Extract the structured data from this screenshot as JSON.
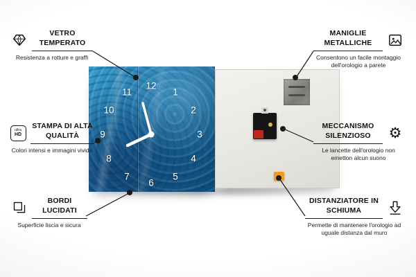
{
  "callouts": {
    "items": [
      {
        "id": "vetro-temperato",
        "title": "VETRO TEMPERATO",
        "desc": "Resistenza a rotture e graffi",
        "icon": "diamond-icon"
      },
      {
        "id": "stampa-alta-qualita",
        "title": "STAMPA DI ALTA QUALITÀ",
        "desc": "Colori intensi e immagini vivide",
        "icon": "ultra-hd-icon"
      },
      {
        "id": "bordi-lucidati",
        "title": "BORDI LUCIDATI",
        "desc": "Superficie liscia e sicura",
        "icon": "polished-edge-icon"
      },
      {
        "id": "maniglie-metalliche",
        "title": "MANIGLIE METALLICHE",
        "desc": "Consentono un facile montaggio dell'orologio a parete",
        "icon": "wall-picture-icon"
      },
      {
        "id": "meccanismo-silenzioso",
        "title": "MECCANISMO SILENZIOSO",
        "desc": "Le lancette dell'orologio non emetton alcun suono",
        "icon": "gear-icon"
      },
      {
        "id": "distanziatore-in-schiuma",
        "title": "DISTANZIATORE IN SCHIUMA",
        "desc": "Permette di mantenere l'orologio ad uguale distanza dal muro",
        "icon": "foam-spacer-icon"
      }
    ]
  },
  "clock": {
    "numbers": [
      "12",
      "1",
      "2",
      "3",
      "4",
      "5",
      "6",
      "7",
      "8",
      "9",
      "10",
      "11"
    ]
  },
  "icons": {
    "ultra_hd_line1": "ultra",
    "ultra_hd_line2": "HD",
    "gear_glyph": "⚙"
  },
  "colors": {
    "clock_blue": "#1e6ea6",
    "back_panel_gray": "#e7e6e1",
    "mechanism_black": "#151515",
    "battery_red": "#c0261c",
    "foam_orange": "#f59a1a",
    "line_black": "#1a1a1a"
  }
}
